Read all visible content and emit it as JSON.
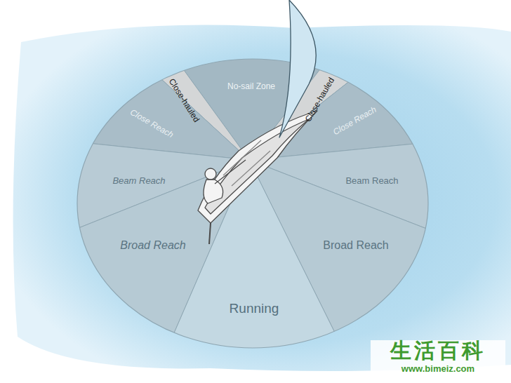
{
  "diagram": {
    "nodes": [
      {
        "text": [
          "No-sail Zone"
        ]
      },
      {
        "text": [
          "Close-hauled"
        ]
      },
      {
        "text": [
          "Close-hauled"
        ]
      },
      {
        "text": [
          "Close Reach"
        ]
      },
      {
        "text": [
          "Close Reach"
        ]
      },
      {
        "text": [
          "Beam Reach"
        ]
      },
      {
        "text": [
          "Beam Reach"
        ]
      },
      {
        "text": [
          "Broad Reach"
        ]
      },
      {
        "text": [
          "Broad Reach"
        ]
      },
      {
        "text": [
          "Running"
        ]
      }
    ],
    "labels": [
      "生活百科",
      "www.bimeiz.com"
    ]
  }
}
